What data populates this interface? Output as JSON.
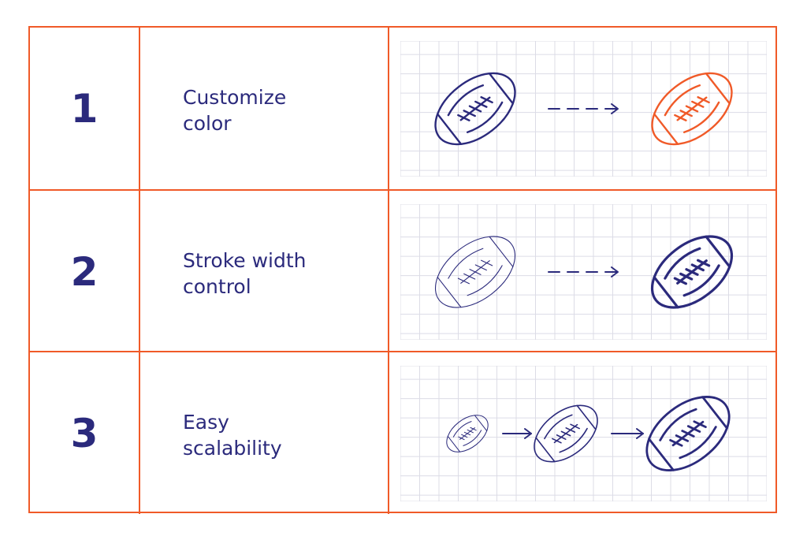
{
  "colors": {
    "border": "#f05a28",
    "ink": "#2b2a7c",
    "accent": "#f05a28",
    "grid": "#dcdce6"
  },
  "rows": [
    {
      "number": "1",
      "label_line1": "Customize",
      "label_line2": "color",
      "icons": [
        "football-icon",
        "dashed-arrow-icon",
        "football-icon-orange"
      ]
    },
    {
      "number": "2",
      "label_line1": "Stroke width",
      "label_line2": "control",
      "icons": [
        "football-icon-thin",
        "dashed-arrow-icon",
        "football-icon-bold"
      ]
    },
    {
      "number": "3",
      "label_line1": "Easy",
      "label_line2": "scalability",
      "icons": [
        "football-icon-small",
        "arrow-icon",
        "football-icon-medium",
        "arrow-icon",
        "football-icon-large"
      ]
    }
  ]
}
